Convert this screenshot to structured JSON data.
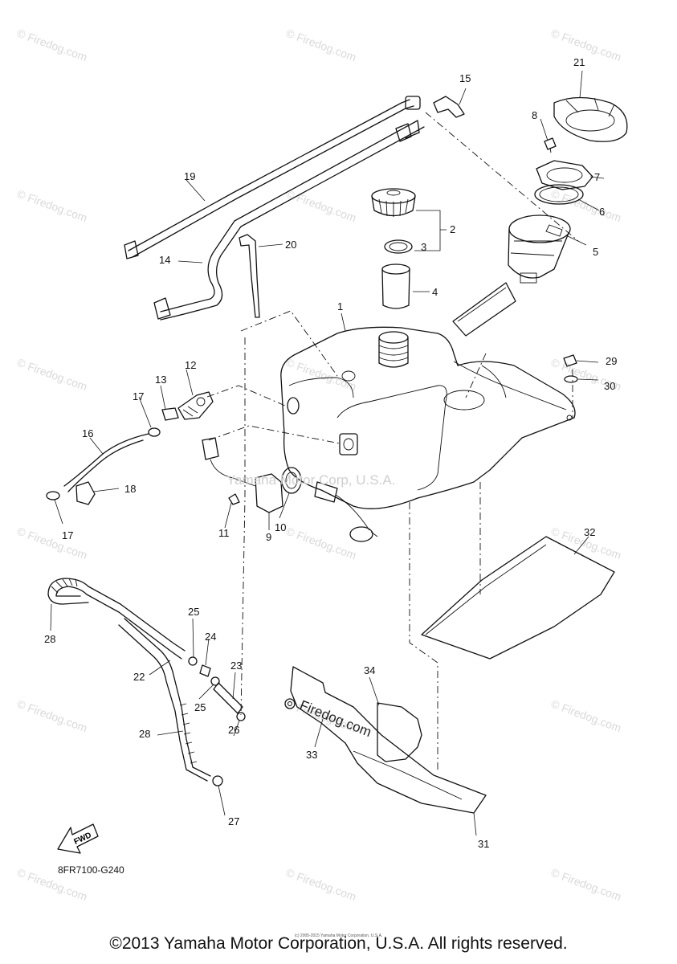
{
  "diagram_code": "8FR7100-G240",
  "copyright": "©2013 Yamaha Motor Corporation, U.S.A. All rights reserved.",
  "small_copyright": "(c) 2005-2015 Yamaha Motor Corporation, U.S.A.",
  "center_watermark": "Yamaha Motor Corp, U.S.A.",
  "watermark_text": "© Firedog.com",
  "diagonal_watermark": "Firedog.com",
  "fwd_label": "FWD",
  "callouts": [
    "1",
    "2",
    "3",
    "4",
    "5",
    "6",
    "7",
    "8",
    "9",
    "10",
    "11",
    "12",
    "13",
    "14",
    "15",
    "16",
    "17",
    "17",
    "18",
    "19",
    "20",
    "21",
    "22",
    "23",
    "24",
    "25",
    "25",
    "26",
    "27",
    "28",
    "28",
    "29",
    "30",
    "31",
    "32",
    "33",
    "34"
  ]
}
